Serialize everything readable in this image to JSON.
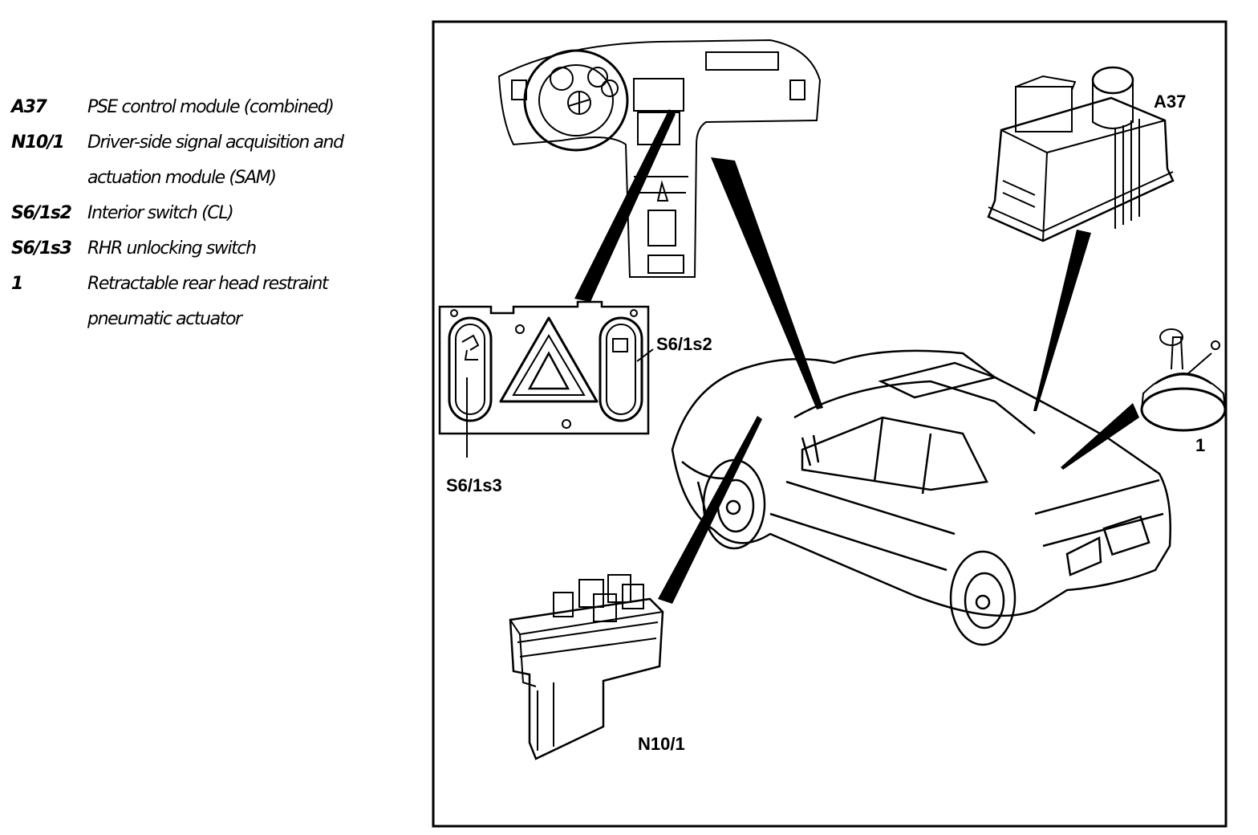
{
  "legend": [
    {
      "code": "A37",
      "desc": "PSE control module (combined)"
    },
    {
      "code": "N10/1",
      "desc": "Driver-side signal acquisition and actuation module (SAM)"
    },
    {
      "code": "S6/1s2",
      "desc": "Interior switch (CL)"
    },
    {
      "code": "S6/1s3",
      "desc": "RHR unlocking switch"
    },
    {
      "code": "1",
      "desc": "Retractable rear head restraint pneumatic actuator"
    }
  ],
  "callouts": {
    "a37": "A37",
    "n10_1": "N10/1",
    "s6_1s2": "S6/1s2",
    "s6_1s3": "S6/1s3",
    "one": "1"
  }
}
